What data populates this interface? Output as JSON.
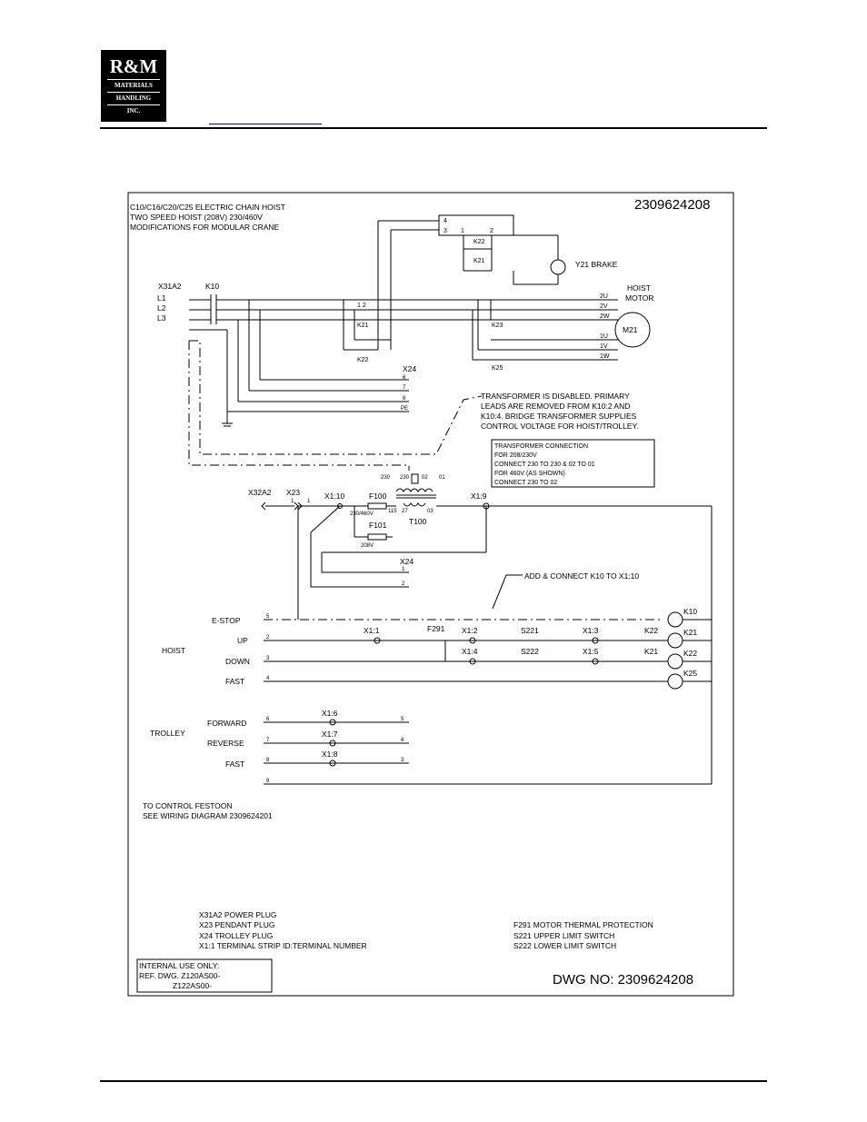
{
  "logo": {
    "line1": "R&M",
    "line2": "MATERIALS",
    "line3": "HANDLING",
    "line4": "INC."
  },
  "drawing": {
    "number_top": "2309624208",
    "title": [
      "C10/C16/C20/C25 ELECTRIC CHAIN HOIST",
      "TWO SPEED HOIST (208V) 230/460V",
      "MODIFICATIONS FOR MODULAR CRANE"
    ],
    "brake": "Y21 BRAKE",
    "motor_label": [
      "HOIST",
      "MOTOR"
    ],
    "motor": "M21",
    "power_plug": "X31A2",
    "phases": [
      "L1",
      "L2",
      "L3"
    ],
    "contactors": {
      "k10": "K10",
      "k21": "K21",
      "k22": "K22",
      "k23": "K23",
      "k25": "K25"
    },
    "motor_terminals": [
      "2U",
      "2V",
      "2W",
      "1U",
      "1V",
      "1W"
    ],
    "x24": "X24",
    "x24_pins_top": [
      "6",
      "7",
      "8",
      "PE"
    ],
    "x24_pins_bottom": [
      "1",
      "2"
    ],
    "note_transformer": [
      "TRANSFORMER IS DISABLED. PRIMARY",
      "LEADS ARE REMOVED FROM K10:2 AND",
      "K10:4. BRIDGE TRANSFORMER SUPPLIES",
      "CONTROL VOLTAGE FOR HOIST/TROLLEY."
    ],
    "box_transformer": [
      "TRANSFORMER CONNECTION",
      "FOR 208/230V",
      "CONNECT 230 TO 230 & 02 TO 01",
      "FOR 460V (AS SHOWN)",
      "CONNECT 230 TO 02"
    ],
    "transformer": {
      "tap230": "230",
      "tap230b": "230",
      "tap02": "02",
      "tap01": "01",
      "t100": "T100",
      "p27": "27",
      "p03": "03",
      "p115": "115"
    },
    "fuses": {
      "f100": "F100",
      "f101": "F101",
      "v1": "230/460V",
      "v2": "208V"
    },
    "x32a2": "X32A2",
    "x23": "X23",
    "terminals": {
      "x1_10": "X1:10",
      "x1_9": "X1:9",
      "x1_1": "X1:1",
      "x1_2": "X1:2",
      "x1_3": "X1:3",
      "x1_4": "X1:4",
      "x1_5": "X1:5",
      "x1_6": "X1:6",
      "x1_7": "X1:7",
      "x1_8": "X1:8"
    },
    "note_k10": "ADD & CONNECT K10 TO X1:10",
    "hoist": "HOIST",
    "trolley": "TROLLEY",
    "functions_hoist": [
      "E-STOP",
      "UP",
      "DOWN",
      "FAST"
    ],
    "functions_trolley": [
      "FORWARD",
      "REVERSE",
      "FAST"
    ],
    "f291": "F291",
    "s221": "S221",
    "s222": "S222",
    "festoon_note": [
      "TO CONTROL FESTOON",
      "SEE WIRING DIAGRAM 2309624201"
    ],
    "legend_left": [
      "X31A2 POWER PLUG",
      "X23    PENDANT PLUG",
      "X24    TROLLEY PLUG",
      "X1:1   TERMINAL STRIP ID:TERMINAL NUMBER"
    ],
    "legend_right": [
      "F291   MOTOR THERMAL PROTECTION",
      "S221   UPPER LIMIT SWITCH",
      "S222   LOWER LIMIT SWITCH"
    ],
    "internal_box": [
      "INTERNAL USE ONLY:",
      "REF. DWG. Z120AS00-",
      "Z122AS00-"
    ],
    "dwg_no": "DWG NO: 2309624208"
  }
}
